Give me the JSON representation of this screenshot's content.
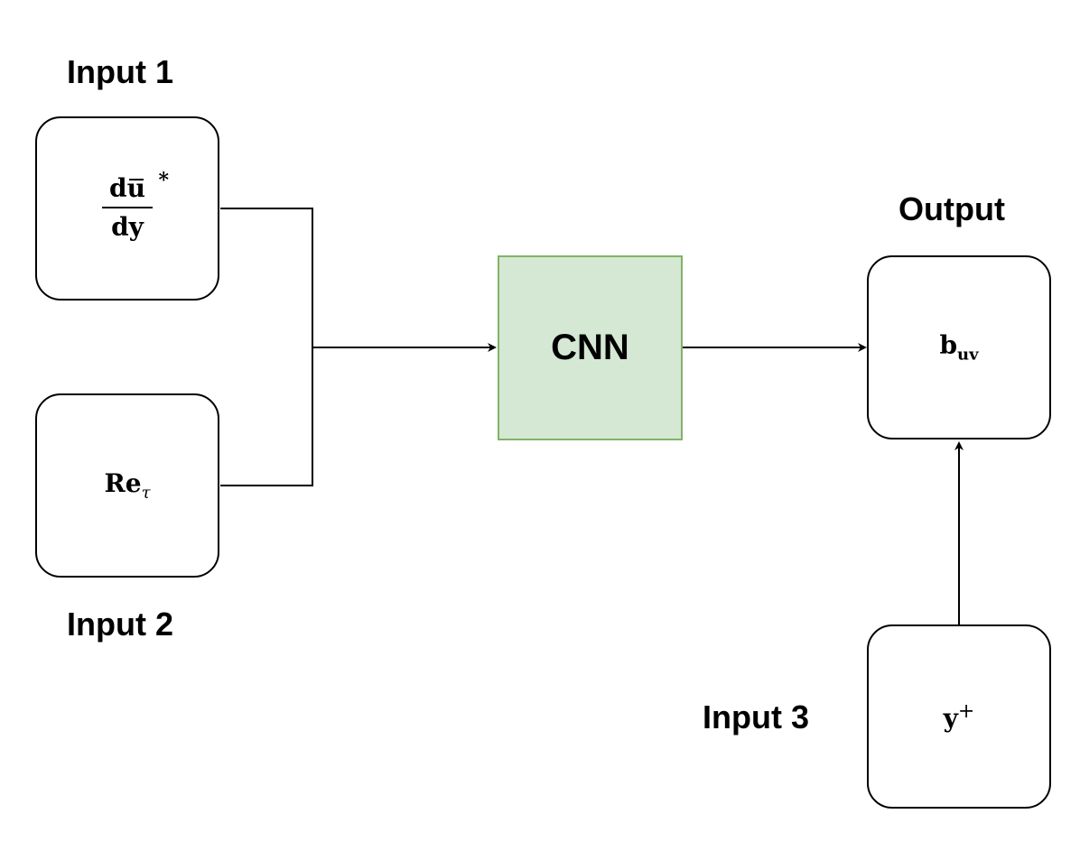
{
  "labels": {
    "input1": "Input 1",
    "input2": "Input 2",
    "input3": "Input 3",
    "output": "Output"
  },
  "nodes": {
    "input1": {
      "numerator": "du",
      "denominator": "dy",
      "superscript": "*"
    },
    "input2": {
      "base": "Re",
      "subscript": "τ"
    },
    "cnn": {
      "label": "CNN"
    },
    "output": {
      "base": "b",
      "subscript": "uv"
    },
    "input3": {
      "base": "y",
      "superscript": "+"
    }
  },
  "colors": {
    "cnn_fill": "#d5e8d4",
    "cnn_border": "#82b366",
    "stroke": "#000000"
  }
}
